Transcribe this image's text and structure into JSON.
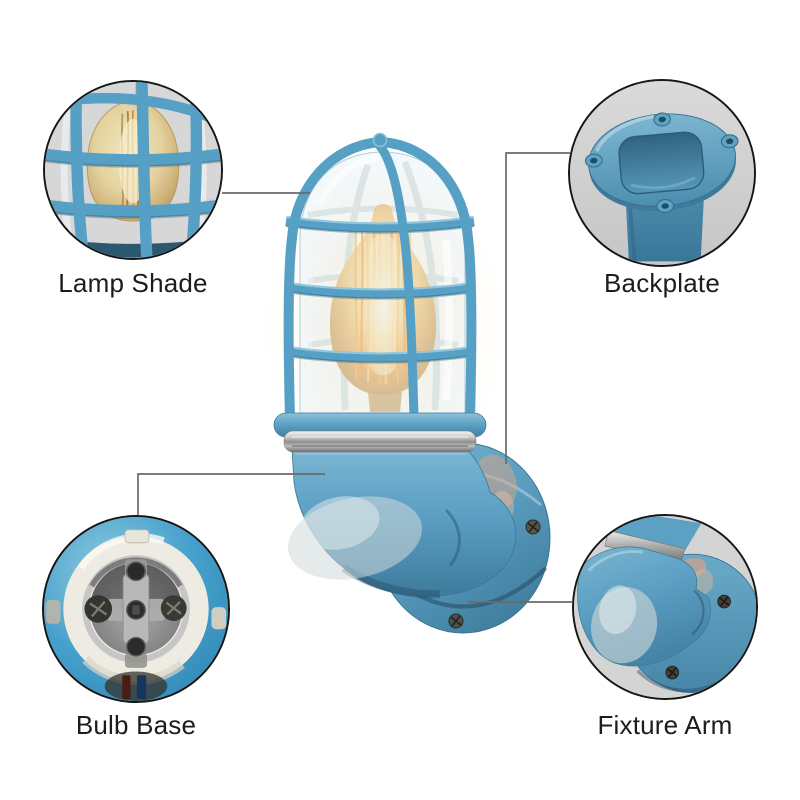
{
  "diagram": {
    "type": "product-parts-callout",
    "subject": "caged wall sconce lamp"
  },
  "callouts": [
    {
      "id": "lamp-shade",
      "label": "Lamp Shade"
    },
    {
      "id": "backplate",
      "label": "Backplate"
    },
    {
      "id": "bulb-base",
      "label": "Bulb Base"
    },
    {
      "id": "fixture-arm",
      "label": "Fixture Arm"
    }
  ],
  "colors": {
    "background": "#ffffff",
    "fixture_blue": "#5b9fc3",
    "fixture_blue_dark": "#3e7b9c",
    "fixture_blue_light": "#8ec2da",
    "bulb_glow": "#ffd98e",
    "filament_orange": "#ff9d2e",
    "unlit_bulb_amber": "#e5d39f",
    "chrome": "#c9c9c9",
    "inset_background": "#d6d6d6",
    "circle_border": "#161616",
    "connector_line": "#6a6a6a",
    "label_text": "#1c1c1c"
  }
}
